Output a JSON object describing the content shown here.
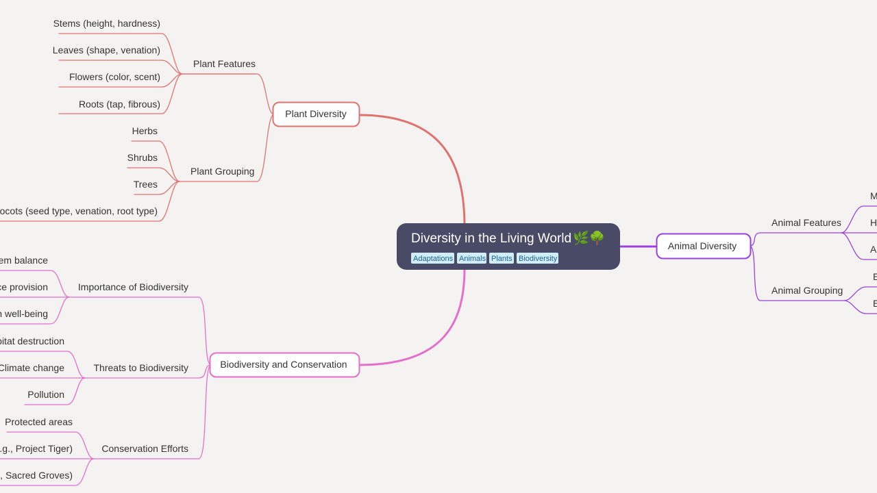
{
  "root": {
    "title": "Diversity in the Living World",
    "emoji": "🌿🌳",
    "tags": [
      "Adaptations",
      "Animals",
      "Plants",
      "Biodiversity"
    ]
  },
  "colors": {
    "background": "#f4f3f2",
    "root_fill": "#484a66",
    "tag_fill": "#cfeefa",
    "plant": "#e0726e",
    "animal": "#9a3fe0",
    "biodiversity": "#e46ecb"
  },
  "branches": {
    "plant": {
      "label": "Plant Diversity",
      "features": {
        "label": "Plant Features",
        "items": [
          "Stems (height, hardness)",
          "Leaves (shape, venation)",
          "Flowers (color, scent)",
          "Roots (tap, fibrous)"
        ]
      },
      "grouping": {
        "label": "Plant Grouping",
        "items": [
          "Herbs",
          "Shrubs",
          "Trees",
          "nocots (seed type, venation, root type)"
        ]
      }
    },
    "animal": {
      "label": "Animal Diversity",
      "features": {
        "label": "Animal Features",
        "items": [
          "M",
          "H",
          "A"
        ]
      },
      "grouping": {
        "label": "Animal Grouping",
        "items": [
          "E",
          "E"
        ]
      }
    },
    "bio": {
      "label": "Biodiversity and Conservation",
      "importance": {
        "label": "Importance of Biodiversity",
        "items": [
          "tem balance",
          "ce provision",
          "n well-being"
        ]
      },
      "threats": {
        "label": "Threats to Biodiversity",
        "items": [
          "bitat destruction",
          "Climate change",
          "Pollution"
        ]
      },
      "conservation": {
        "label": "Conservation Efforts",
        "items": [
          "Protected areas",
          "e.g., Project Tiger)",
          "g., Sacred Groves)"
        ]
      }
    }
  }
}
